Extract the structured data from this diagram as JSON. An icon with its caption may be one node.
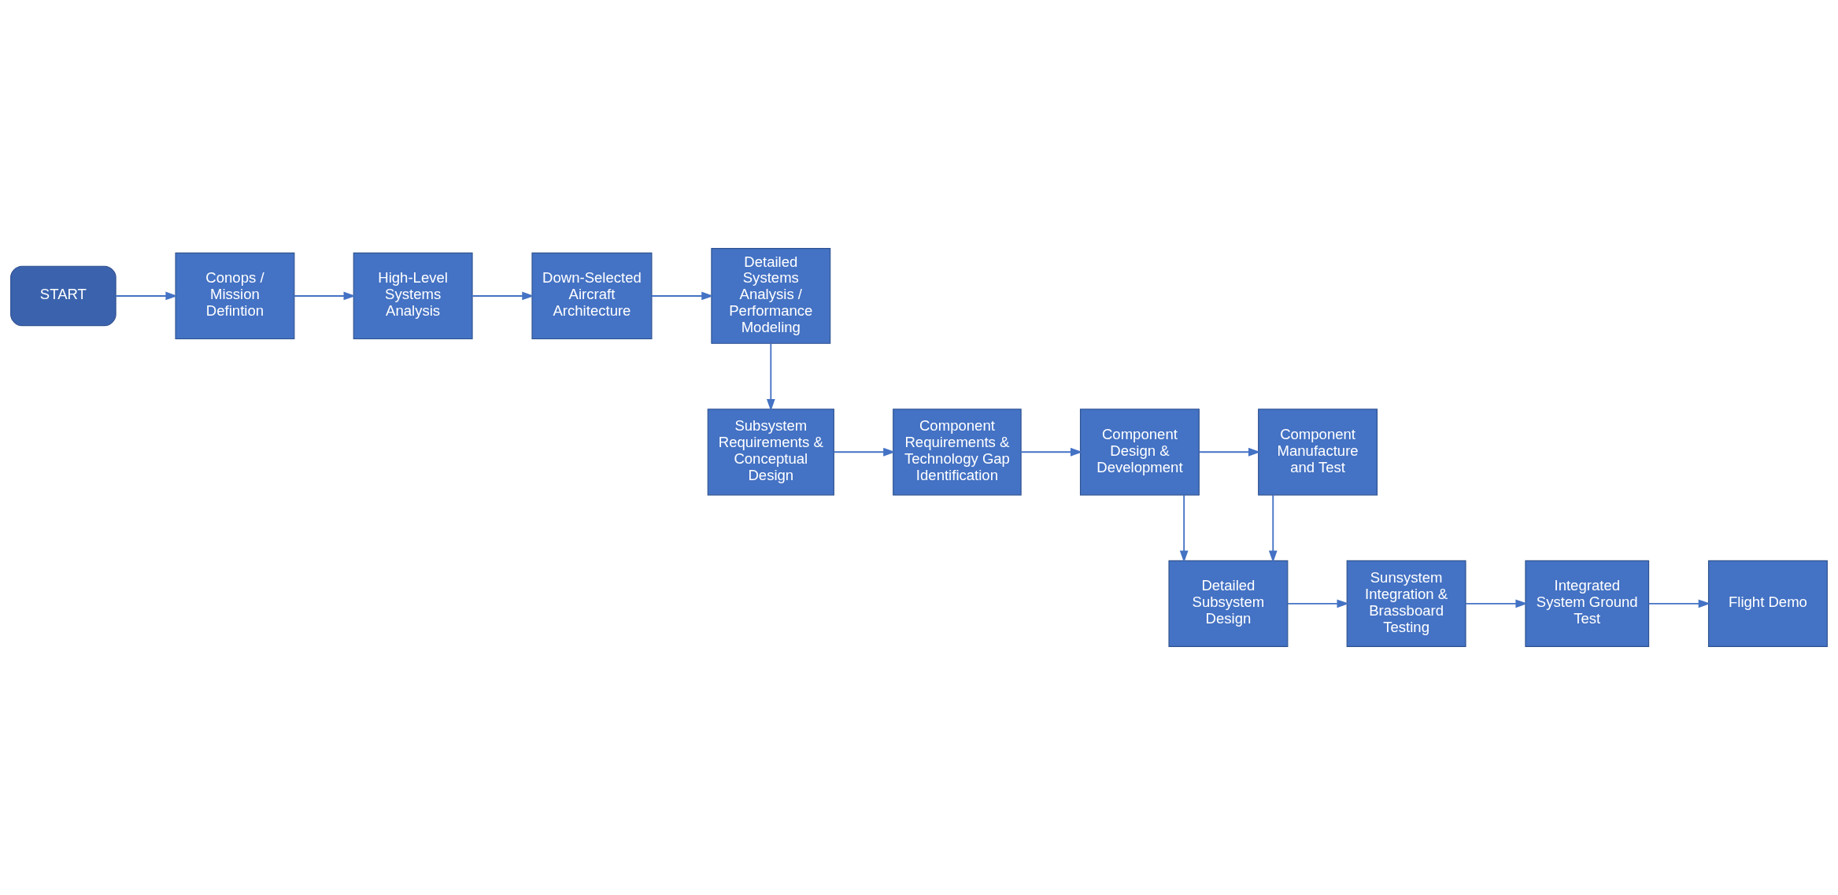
{
  "diagram": {
    "nodes": [
      {
        "text": [
          "START"
        ]
      },
      {
        "text": [
          "Conops / Mission Defintion"
        ]
      },
      {
        "text": [
          "High-Level Systems Analysis"
        ]
      },
      {
        "text": [
          "Down-Selected Aircraft Architecture"
        ]
      },
      {
        "text": [
          "Detailed Systems Analysis / Performance Modeling"
        ]
      },
      {
        "text": [
          "Subsystem Requirements & Conceptual Design"
        ]
      },
      {
        "text": [
          "Component Requirements & Technology Gap Identification"
        ]
      },
      {
        "text": [
          "Component Design & Development"
        ]
      },
      {
        "text": [
          "Component Manufacture and Test"
        ]
      },
      {
        "text": [
          "Detailed Subsystem Design"
        ]
      },
      {
        "text": [
          "Sunsystem Integration & Brassboard Testing"
        ]
      },
      {
        "text": [
          "Integrated System Ground Test"
        ]
      },
      {
        "text": [
          "Flight Demo"
        ]
      }
    ],
    "edges": [
      {
        "from": 0,
        "to": 1,
        "arrow": "to"
      },
      {
        "from": 1,
        "to": 2,
        "arrow": "to"
      },
      {
        "from": 2,
        "to": 3,
        "arrow": "to"
      },
      {
        "from": 3,
        "to": 4,
        "arrow": "to"
      },
      {
        "from": 4,
        "to": 5,
        "arrow": "to"
      },
      {
        "from": 5,
        "to": 6,
        "arrow": "to"
      },
      {
        "from": 6,
        "to": 7,
        "arrow": "to"
      },
      {
        "from": 7,
        "to": 8,
        "arrow": "to"
      },
      {
        "from": 7,
        "to": 9,
        "arrow": "to"
      },
      {
        "from": 8,
        "to": 9,
        "arrow": "to"
      },
      {
        "from": 9,
        "to": 10,
        "arrow": "to"
      },
      {
        "from": 10,
        "to": 11,
        "arrow": "to"
      },
      {
        "from": 11,
        "to": 12,
        "arrow": "to"
      }
    ]
  }
}
